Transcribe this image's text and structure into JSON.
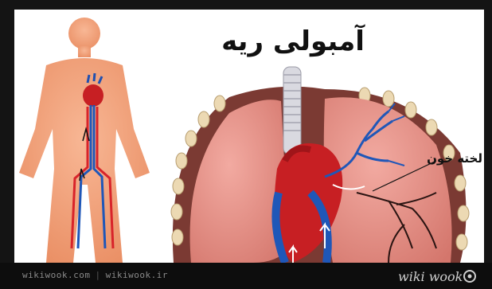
{
  "image": {
    "title": "آمبولی ریه",
    "label_clot": "لخته خون",
    "colors": {
      "skin": "#f4a37c",
      "lung": "#e7928a",
      "lung_dark": "#c8685f",
      "artery": "#d8232a",
      "vein": "#1f57b8",
      "rib": "#e8d6b4"
    }
  },
  "footer": {
    "site_en": "wikiwook.com",
    "site_ir": "wikiwook.ir"
  },
  "watermark": {
    "text": "wiki wook",
    "icon": "logo-icon"
  }
}
